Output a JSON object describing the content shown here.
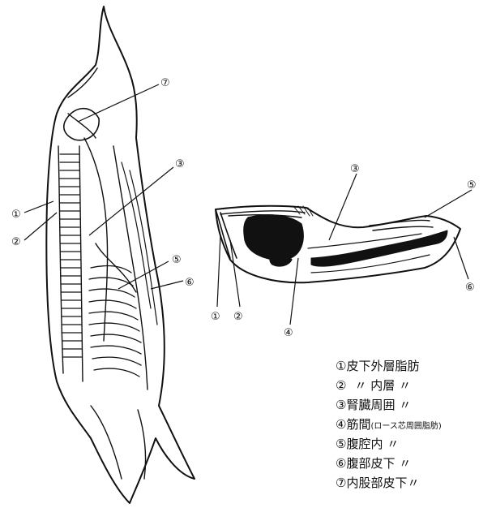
{
  "callouts": {
    "left_1": "①",
    "left_2": "②",
    "left_3": "③",
    "left_5": "⑤",
    "left_6": "⑥",
    "left_7": "⑦",
    "right_1": "①",
    "right_2": "②",
    "right_3": "③",
    "right_4": "④",
    "right_5": "⑤",
    "right_6": "⑥"
  },
  "legend": [
    {
      "num": "①",
      "text": "皮下外層脂肪",
      "note": ""
    },
    {
      "num": "②",
      "text": "〃 内層 〃",
      "note": ""
    },
    {
      "num": "③",
      "text": "腎臓周囲 〃",
      "note": ""
    },
    {
      "num": "④",
      "text": "筋間",
      "note": "(ロース芯周囲脂肪)"
    },
    {
      "num": "⑤",
      "text": "腹腔内 〃",
      "note": ""
    },
    {
      "num": "⑥",
      "text": "腹部皮下 〃",
      "note": ""
    },
    {
      "num": "⑦",
      "text": "内股部皮下〃",
      "note": ""
    }
  ]
}
